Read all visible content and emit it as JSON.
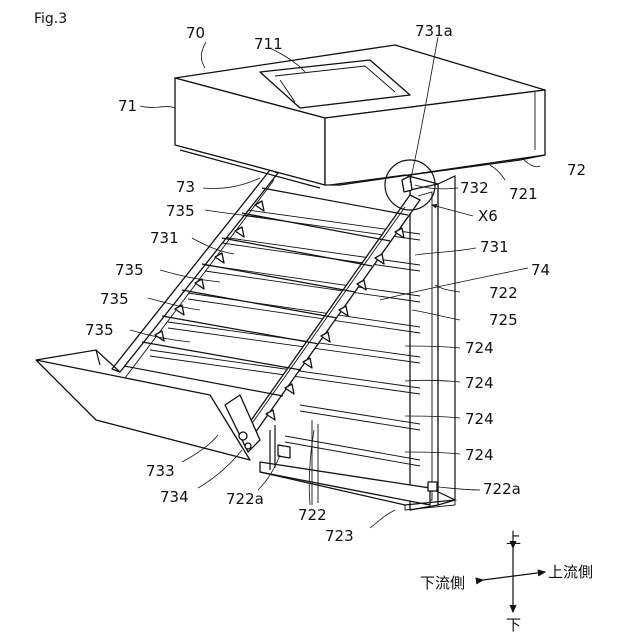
{
  "figure": {
    "title": "Fig.3"
  },
  "labels": {
    "l70": "70",
    "l711": "711",
    "l731a": "731a",
    "l71": "71",
    "l72": "72",
    "l721": "721",
    "l732": "732",
    "l73": "73",
    "lX6": "X6",
    "l735a": "735",
    "l731b": "731",
    "l731c": "731",
    "l735b": "735",
    "l74": "74",
    "l735c": "735",
    "l722a": "722",
    "l725": "725",
    "l735d": "735",
    "l724a": "724",
    "l724b": "724",
    "l724c": "724",
    "l724d": "724",
    "l733": "733",
    "l734": "734",
    "l722a_left": "722a",
    "l722b": "722",
    "l722a_right": "722a",
    "l723": "723"
  },
  "directions": {
    "up": "上",
    "down": "下",
    "upstream": "上流側",
    "downstream": "下流側"
  }
}
